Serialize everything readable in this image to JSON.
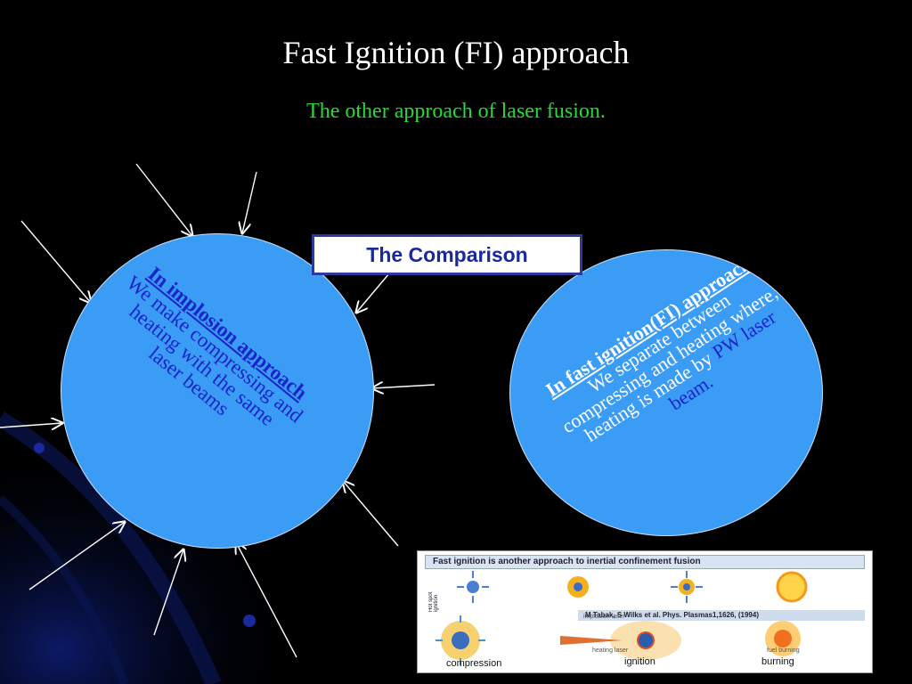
{
  "slide": {
    "title": "Fast Ignition (FI) approach",
    "subtitle": "The other approach of laser fusion."
  },
  "comparison_box": {
    "label": "The Comparison"
  },
  "left_circle": {
    "heading": "In  implosion approach",
    "body": "We make compressing and heating with the same laser beams"
  },
  "right_circle": {
    "heading": "In fast ignition(FI) approach",
    "body": "We separate between compressing and heating where, heating is made by",
    "tail": "PW laser beam."
  },
  "figure": {
    "header": "Fast ignition is another approach to inertial confinement fusion",
    "reference": "M Tabak, S Wilks et al. Phys. Plasmas1,1626, (1994)",
    "side_label": "Hot spot ignition",
    "labels": {
      "compression": "compression",
      "ignition": "ignition",
      "burning": "burning",
      "implosion_laser": "implosion laser",
      "heating_laser": "heating laser",
      "fuel_burning": "fuel burning"
    }
  },
  "colors": {
    "background": "#000000",
    "circle_fill": "#3a9cf5",
    "subtitle_green": "#22dd33",
    "dark_blue_text": "#1a23cc"
  }
}
